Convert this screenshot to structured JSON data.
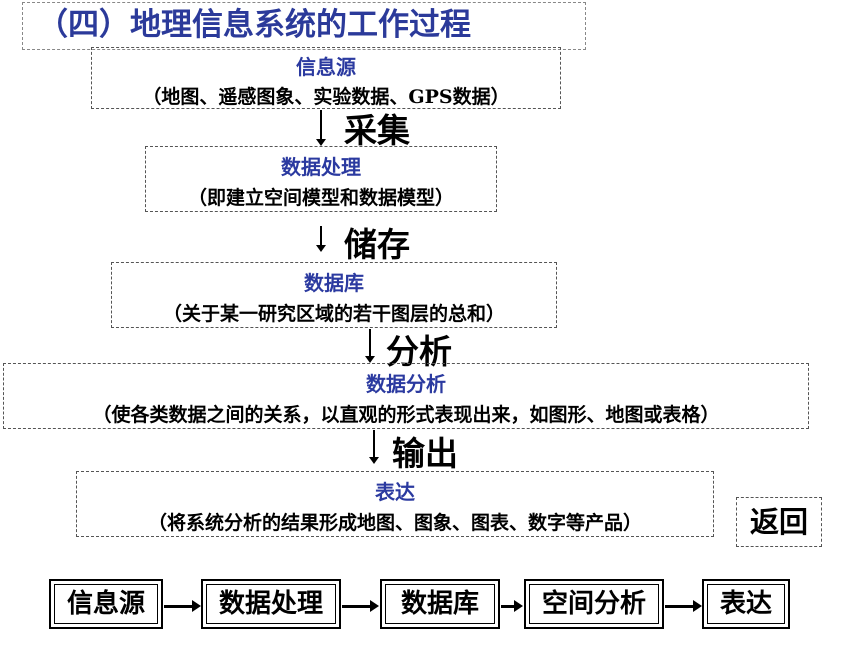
{
  "title": "（四）地理信息系统的工作过程",
  "steps": [
    {
      "head": "信息源",
      "sub": "（地图、遥感图象、实验数据、GPS数据）"
    },
    {
      "head": "数据处理",
      "sub": "（即建立空间模型和数据模型）"
    },
    {
      "head": "数据库",
      "sub": "（关于某一研究区域的若干图层的总和）"
    },
    {
      "head": "数据分析",
      "sub": "（使各类数据之间的关系，以直观的形式表现出来，如图形、地图或表格）"
    },
    {
      "head": "表达",
      "sub": "（将系统分析的结果形成地图、图象、图表、数字等产品）"
    }
  ],
  "actions": [
    "采集",
    "储存",
    "分析",
    "输出"
  ],
  "back_button": "返回",
  "flow": [
    "信息源",
    "数据处理",
    "数据库",
    "空间分析",
    "表达"
  ]
}
